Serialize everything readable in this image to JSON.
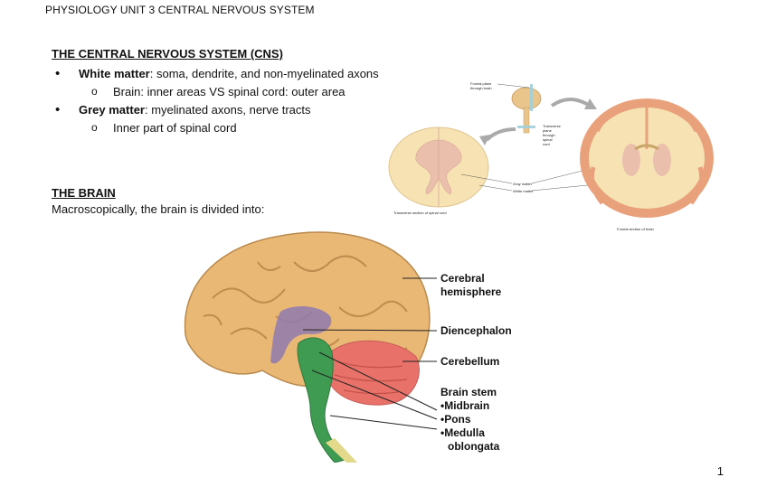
{
  "header": {
    "title": "PHYSIOLOGY UNIT 3 CENTRAL NERVOUS SYSTEM"
  },
  "cns": {
    "heading": "THE CENTRAL NERVOUS SYSTEM (CNS)",
    "bullets": [
      {
        "term": "White matter",
        "text": ": soma, dendrite, and non-myelinated axons",
        "sub": "Brain: inner areas VS spinal cord: outer area"
      },
      {
        "term": "Grey matter",
        "text": ": myelinated axons, nerve tracts",
        "sub": "Inner part of spinal cord"
      }
    ]
  },
  "brain_section": {
    "heading": "THE BRAIN",
    "intro": "Macroscopically, the brain is divided into:"
  },
  "cns_figure": {
    "frontal_plane": [
      "Frontal plane",
      "through brain"
    ],
    "transverse_plane": [
      "Transverse",
      "plane",
      "through",
      "spinal",
      "cord"
    ],
    "grey_matter": "Gray matter",
    "white_matter": "White matter",
    "spinal_caption": "Transverse section of spinal cord",
    "frontal_caption": "Frontal section of brain"
  },
  "brain_figure": {
    "cerebral": [
      "Cerebral",
      "hemisphere"
    ],
    "diencephalon": "Diencephalon",
    "cerebellum": "Cerebellum",
    "brainstem": [
      "Brain stem",
      "•Midbrain",
      "•Pons",
      "•Medulla",
      "oblongata"
    ]
  },
  "page_number": "1"
}
